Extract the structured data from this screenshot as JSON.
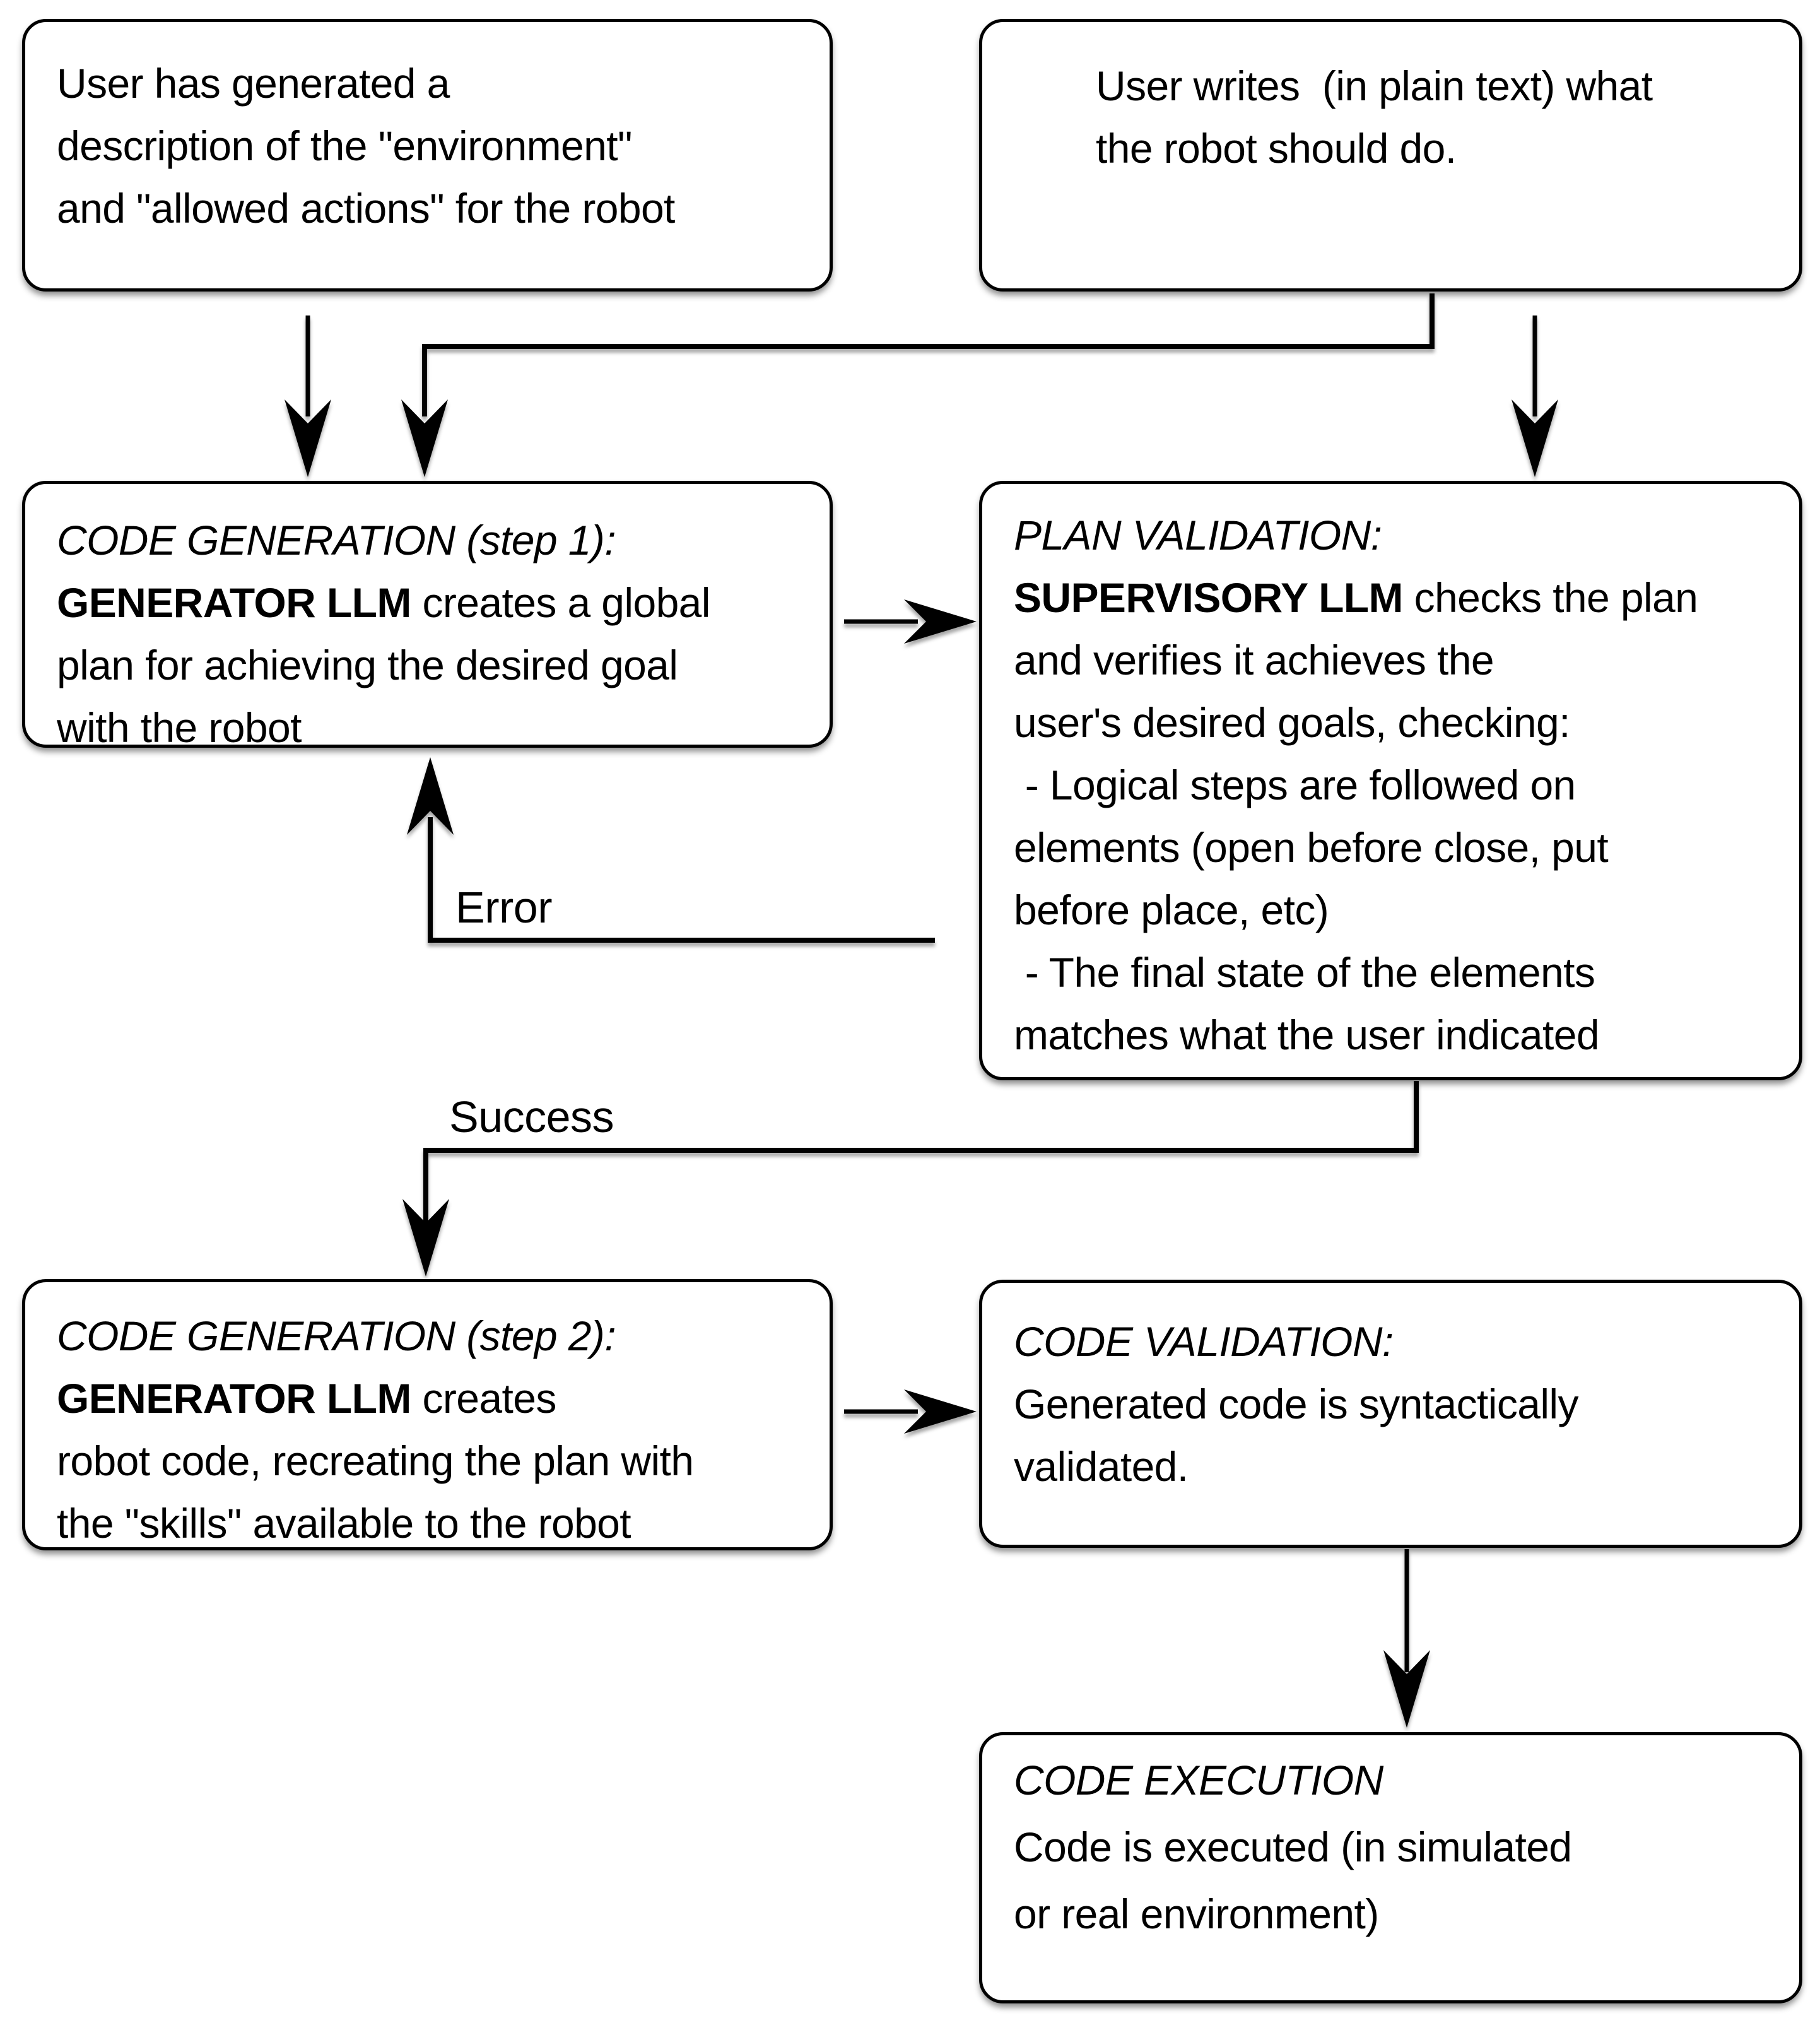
{
  "diagram": {
    "colors": {
      "stroke": "#000000",
      "fill": "#ffffff",
      "text": "#000000"
    },
    "edge_labels": {
      "error": "Error",
      "success": "Success"
    },
    "boxes": [
      {
        "id": "user-environment-description",
        "lines": [
          [
            {
              "t": "User has generated a"
            }
          ],
          [
            {
              "t": "description of the \"environment\""
            }
          ],
          [
            {
              "t": "and \"allowed actions\" for the robot"
            }
          ]
        ]
      },
      {
        "id": "user-task-request",
        "lines": [
          [
            {
              "t": "User writes  (in plain text) what"
            }
          ],
          [
            {
              "t": "the robot should do."
            }
          ]
        ]
      },
      {
        "id": "code-generation-step-1",
        "lines": [
          [
            {
              "t": "CODE GENERATION (step 1):",
              "i": true
            }
          ],
          [
            {
              "t": "GENERATOR LLM",
              "b": true
            },
            {
              "t": " creates a global"
            }
          ],
          [
            {
              "t": "plan for achieving the desired goal"
            }
          ],
          [
            {
              "t": "with the robot"
            }
          ]
        ]
      },
      {
        "id": "plan-validation",
        "lines": [
          [
            {
              "t": "PLAN VALIDATION:",
              "i": true
            }
          ],
          [
            {
              "t": "SUPERVISORY LLM",
              "b": true
            },
            {
              "t": " checks the plan"
            }
          ],
          [
            {
              "t": "and verifies it achieves the"
            }
          ],
          [
            {
              "t": "user's desired goals, checking:"
            }
          ],
          [
            {
              "t": " - Logical steps are followed on"
            }
          ],
          [
            {
              "t": "elements (open before close, put"
            }
          ],
          [
            {
              "t": "before place, etc)"
            }
          ],
          [
            {
              "t": " - The final state of the elements"
            }
          ],
          [
            {
              "t": "matches what the user indicated"
            }
          ]
        ]
      },
      {
        "id": "code-generation-step-2",
        "lines": [
          [
            {
              "t": "CODE GENERATION (step 2):",
              "i": true
            }
          ],
          [
            {
              "t": "GENERATOR LLM",
              "b": true
            },
            {
              "t": " creates"
            }
          ],
          [
            {
              "t": "robot code, recreating the plan with"
            }
          ],
          [
            {
              "t": "the \"skills\" available to the robot"
            }
          ]
        ]
      },
      {
        "id": "code-validation",
        "lines": [
          [
            {
              "t": "CODE VALIDATION:",
              "i": true
            }
          ],
          [
            {
              "t": "Generated code is syntactically"
            }
          ],
          [
            {
              "t": "validated."
            }
          ]
        ]
      },
      {
        "id": "code-execution",
        "lines": [
          [
            {
              "t": "CODE EXECUTION",
              "i": true
            }
          ],
          [
            {
              "t": "Code is executed (in simulated"
            }
          ],
          [
            {
              "t": "or real environment)"
            }
          ]
        ]
      }
    ]
  }
}
